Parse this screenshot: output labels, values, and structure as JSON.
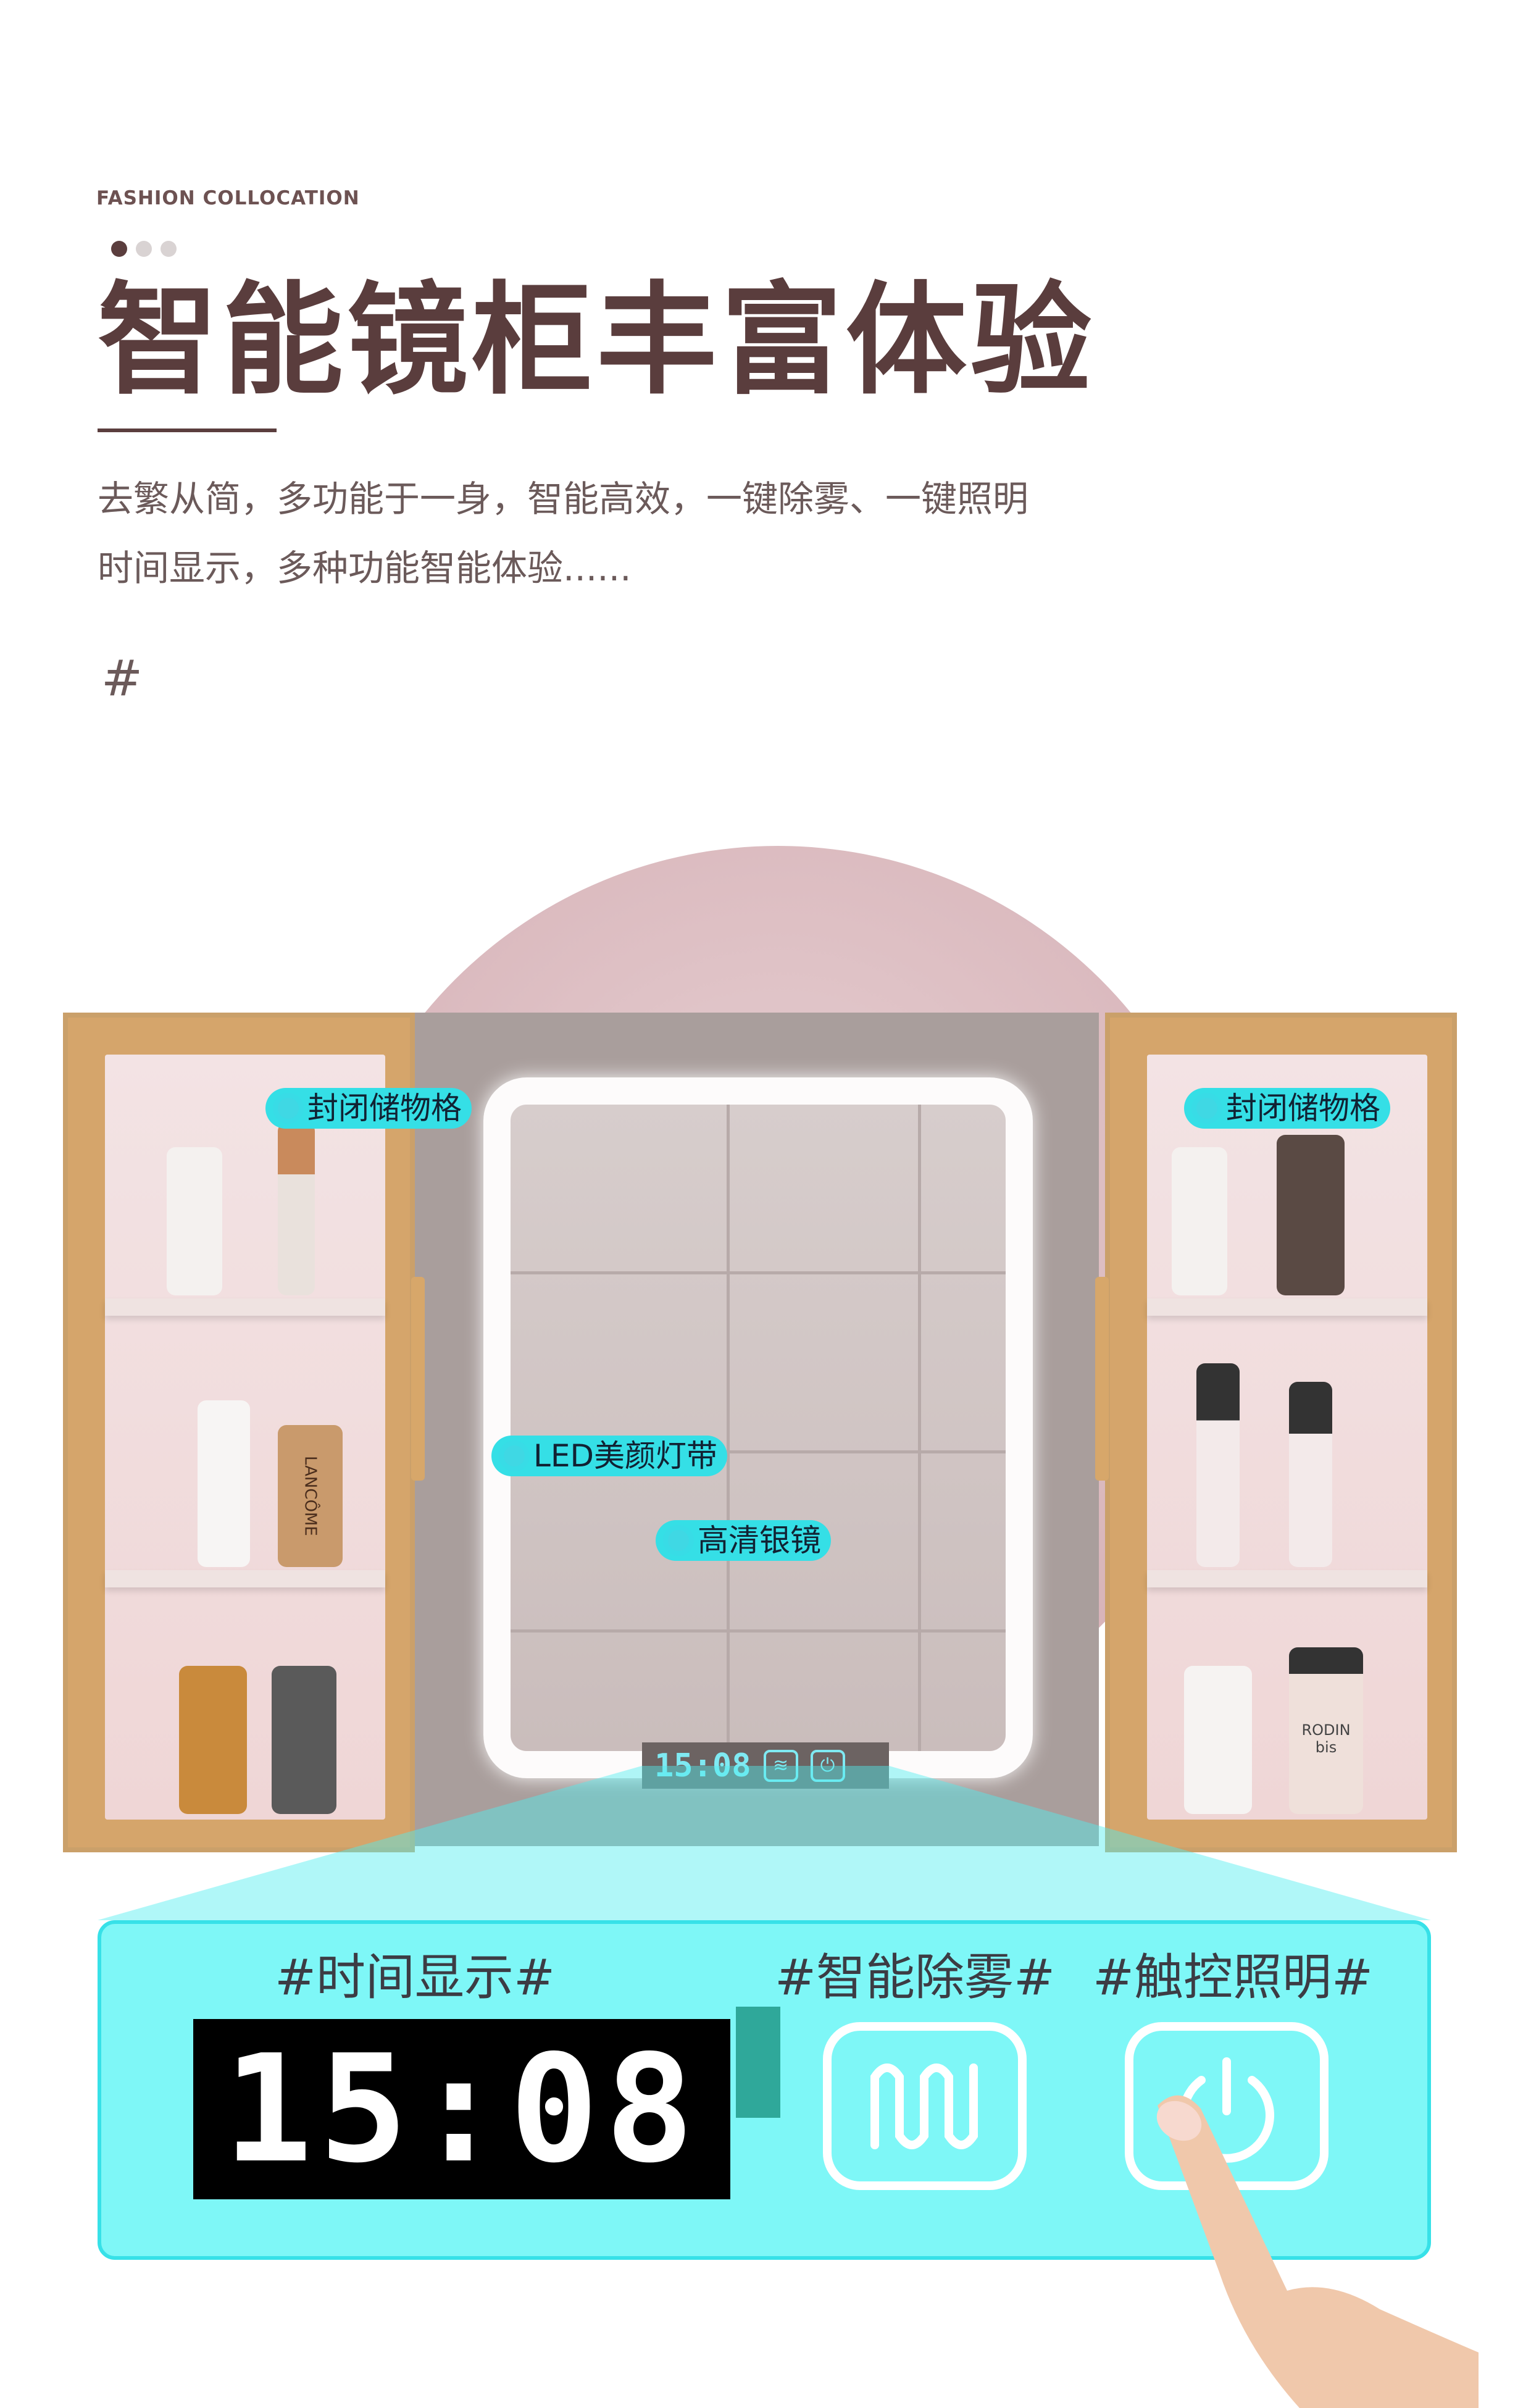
{
  "header": {
    "eyebrow": "FASHION COLLOCATION",
    "title": "智能镜柜丰富体验",
    "description_line1": "去繁从简，多功能于一身，智能高效，一键除雾、一键照明",
    "description_line2": "时间显示，多种功能智能体验......",
    "hash": "#"
  },
  "pagination": {
    "count": 3,
    "active": 1
  },
  "tags": {
    "left_cabinet": "封闭储物格",
    "right_cabinet": "封闭储物格",
    "led": "LED美颜灯带",
    "mirror": "高清银镜"
  },
  "mirror_display": {
    "time": "15:08"
  },
  "panel": {
    "time_label": "#时间显示#",
    "defog_label": "#智能除雾#",
    "touch_label": "#触控照明#",
    "clock": "15:08"
  },
  "products": {
    "brand_1": "LANCÔME",
    "brand_2": "RODIN",
    "brand_2b": "bis"
  },
  "colors": {
    "accent": "#35dfe6",
    "title": "#5a3d3d",
    "cabinet": "#d5a56b",
    "backdrop": "#d8b5ba"
  }
}
